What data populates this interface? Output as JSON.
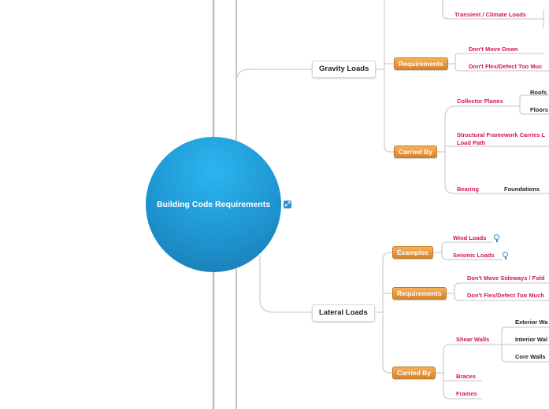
{
  "center": {
    "title": "Building Code Requirements",
    "badge_icon": "branch-icon"
  },
  "gravity": {
    "label": "Gravity Loads",
    "transient": "Transient / Climate Loads",
    "requirements": {
      "label": "Requirements",
      "items": [
        "Don't Move Down",
        "Don't Flex/Defect Too Muc"
      ]
    },
    "carried_by": {
      "label": "Carried By",
      "collector": "Collector Planes",
      "collector_children": [
        "Roofs",
        "Floors"
      ],
      "framework_line1": "Structural Framework Carries L",
      "framework_line2": "Load Path",
      "bearing": "Bearing",
      "foundations": "Foundations"
    }
  },
  "lateral": {
    "label": "Lateral Loads",
    "examples": {
      "label": "Examples",
      "items": [
        "Wind Loads",
        "Seismic Loads"
      ]
    },
    "requirements": {
      "label": "Requirements",
      "items": [
        "Don't Move Sideways / Fold",
        "Don't Flex/Defect Too Much"
      ]
    },
    "carried_by": {
      "label": "Carried By",
      "shear_walls": "Shear Walls",
      "shear_children": [
        "Exterior Wa",
        "Interior Wal",
        "Core Walls"
      ],
      "braces": "Braces",
      "frames": "Frames"
    }
  }
}
